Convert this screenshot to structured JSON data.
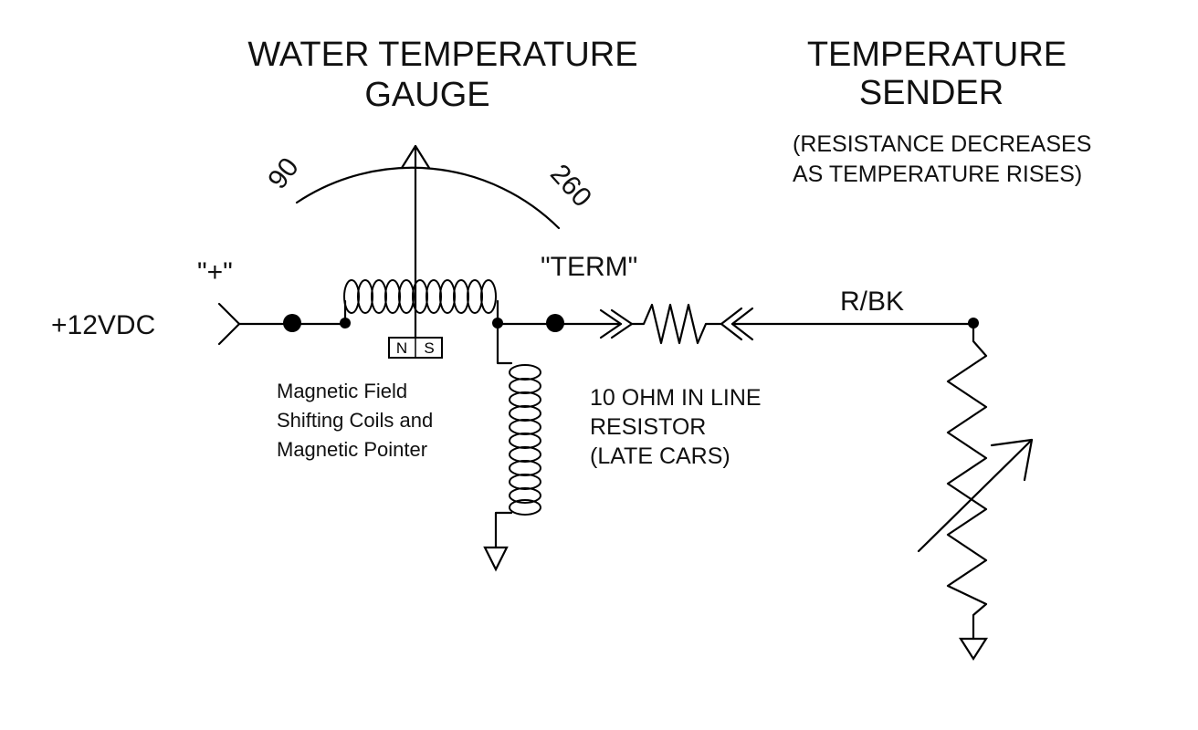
{
  "gauge": {
    "title_line1": "WATER TEMPERATURE",
    "title_line2": "GAUGE",
    "scale_low": "90",
    "scale_high": "260",
    "magnet_n": "N",
    "magnet_s": "S",
    "caption_line1": "Magnetic Field",
    "caption_line2": "Shifting Coils and",
    "caption_line3": "Magnetic Pointer"
  },
  "sender": {
    "title_line1": "TEMPERATURE",
    "title_line2": "SENDER",
    "note_line1": "(RESISTANCE DECREASES",
    "note_line2": "AS TEMPERATURE RISES)"
  },
  "terminals": {
    "plus": "\"+\"",
    "term": "\"TERM\""
  },
  "supply": {
    "label": "+12VDC"
  },
  "resistor": {
    "line1": "10 OHM IN LINE",
    "line2": "RESISTOR",
    "line3": "(LATE CARS)"
  },
  "wire": {
    "color_code": "R/BK"
  },
  "colors": {
    "ink": "#000000",
    "background": "#ffffff"
  }
}
